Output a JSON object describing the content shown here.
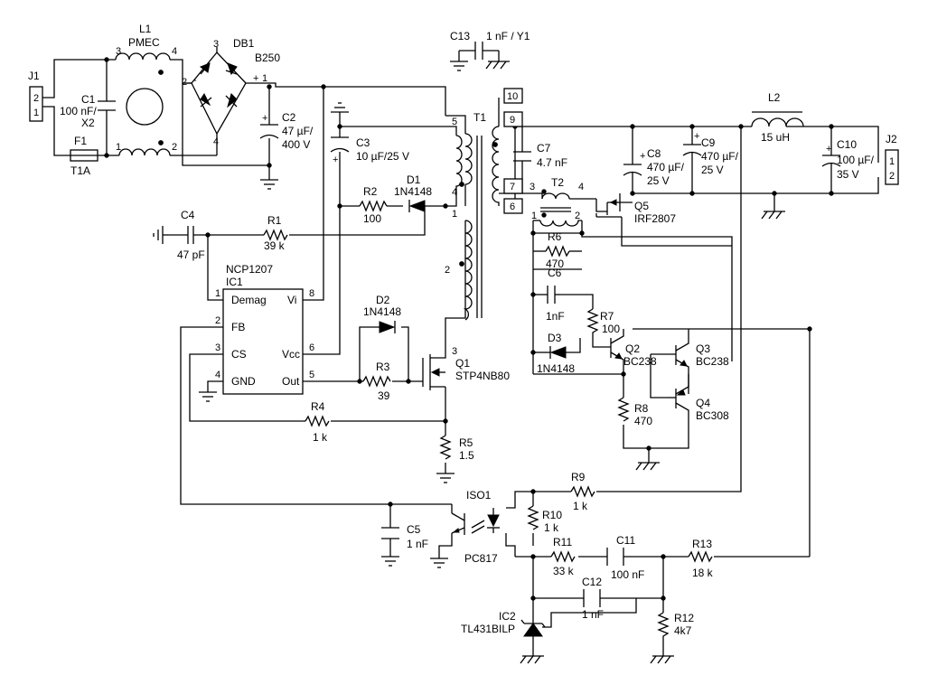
{
  "connectors": {
    "j1": {
      "ref": "J1",
      "pins": [
        "2",
        "1"
      ]
    },
    "j2": {
      "ref": "J2",
      "pins": [
        "1",
        "2"
      ]
    }
  },
  "passives": {
    "l1": {
      "ref": "L1",
      "value": "PMEC",
      "pins": [
        "3",
        "4",
        "1",
        "2"
      ]
    },
    "f1": {
      "ref": "F1",
      "value": "T1A"
    },
    "c1": {
      "ref": "C1",
      "value": "100 nF/",
      "value2": "X2"
    },
    "c2": {
      "ref": "C2",
      "value": "47 µF/",
      "value2": "400 V"
    },
    "c3": {
      "ref": "C3",
      "value": "10 µF/25 V"
    },
    "c4": {
      "ref": "C4",
      "value": "47 pF"
    },
    "c5": {
      "ref": "C5",
      "value": "1 nF"
    },
    "c6": {
      "ref": "C6",
      "value": "1nF"
    },
    "c7": {
      "ref": "C7",
      "value": "4.7 nF"
    },
    "c8": {
      "ref": "C8",
      "value": "470 µF/",
      "value2": "25 V"
    },
    "c9": {
      "ref": "C9",
      "value": "470 µF/",
      "value2": "25 V"
    },
    "c10": {
      "ref": "C10",
      "value": "100 µF/",
      "value2": "35 V"
    },
    "c11": {
      "ref": "C11",
      "value": "100 nF"
    },
    "c12": {
      "ref": "C12",
      "value": "1 nF"
    },
    "c13": {
      "ref": "C13",
      "value": "1 nF / Y1"
    },
    "l2": {
      "ref": "L2",
      "value": "15 uH"
    },
    "r1": {
      "ref": "R1",
      "value": "39 k"
    },
    "r2": {
      "ref": "R2",
      "value": "100"
    },
    "r3": {
      "ref": "R3",
      "value": "39"
    },
    "r4": {
      "ref": "R4",
      "value": "1 k"
    },
    "r5": {
      "ref": "R5",
      "value": "1.5"
    },
    "r6": {
      "ref": "R6",
      "value": "470"
    },
    "r7": {
      "ref": "R7",
      "value": "100"
    },
    "r8": {
      "ref": "R8",
      "value": "470"
    },
    "r9": {
      "ref": "R9",
      "value": "1 k"
    },
    "r10": {
      "ref": "R10",
      "value": "1 k"
    },
    "r11": {
      "ref": "R11",
      "value": "33 k"
    },
    "r12": {
      "ref": "R12",
      "value": "4k7"
    },
    "r13": {
      "ref": "R13",
      "value": "18 k"
    }
  },
  "semis": {
    "db1": {
      "ref": "DB1",
      "value": "B250",
      "pins": [
        "3",
        "2",
        "1",
        "4"
      ],
      "polarity": [
        "-",
        "+"
      ]
    },
    "d1": {
      "ref": "D1",
      "value": "1N4148"
    },
    "d2": {
      "ref": "D2",
      "value": "1N4148"
    },
    "d3": {
      "ref": "D3",
      "value": "1N4148"
    },
    "q1": {
      "ref": "Q1",
      "value": "STP4NB80",
      "pin": "3"
    },
    "q2": {
      "ref": "Q2",
      "value": "BC238"
    },
    "q3": {
      "ref": "Q3",
      "value": "BC238"
    },
    "q4": {
      "ref": "Q4",
      "value": "BC308"
    },
    "q5": {
      "ref": "Q5",
      "value": "IRF2807"
    },
    "ic2": {
      "ref": "IC2",
      "value": "TL431BILP"
    },
    "iso1": {
      "ref": "ISO1",
      "value": "PC817"
    }
  },
  "ic1": {
    "ref": "IC1",
    "part": "NCP1207",
    "pins": {
      "demag": {
        "num": "1",
        "name": "Demag"
      },
      "fb": {
        "num": "2",
        "name": "FB"
      },
      "cs": {
        "num": "3",
        "name": "CS"
      },
      "gnd": {
        "num": "4",
        "name": "GND"
      },
      "vi": {
        "num": "8",
        "name": "Vi"
      },
      "vcc": {
        "num": "6",
        "name": "Vcc"
      },
      "out": {
        "num": "5",
        "name": "Out"
      }
    }
  },
  "transformers": {
    "t1": {
      "ref": "T1",
      "pins": [
        "5",
        "4",
        "1",
        "2",
        "10",
        "9",
        "7",
        "6"
      ]
    },
    "t2": {
      "ref": "T2",
      "pins": [
        "3",
        "4",
        "1",
        "2"
      ]
    }
  }
}
